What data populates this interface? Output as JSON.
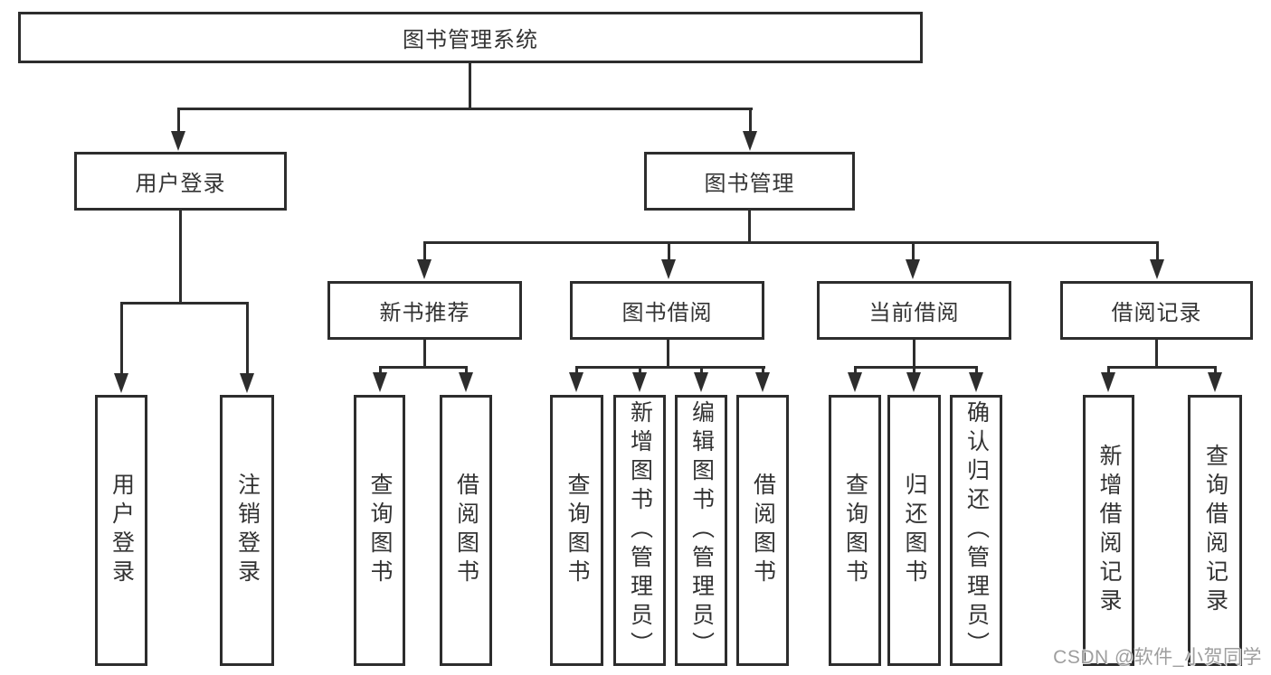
{
  "diagram": {
    "root": {
      "label": "图书管理系统"
    },
    "branches": [
      {
        "label": "用户登录",
        "children": [
          {
            "label": "用户登录"
          },
          {
            "label": "注销登录"
          }
        ]
      },
      {
        "label": "图书管理",
        "children": [
          {
            "label": "新书推荐",
            "children": [
              {
                "label": "查询图书"
              },
              {
                "label": "借阅图书"
              }
            ]
          },
          {
            "label": "图书借阅",
            "children": [
              {
                "label": "查询图书"
              },
              {
                "label": "新增图书（管理员）"
              },
              {
                "label": "编辑图书（管理员）"
              },
              {
                "label": "借阅图书"
              }
            ]
          },
          {
            "label": "当前借阅",
            "children": [
              {
                "label": "查询图书"
              },
              {
                "label": "归还图书"
              },
              {
                "label": "确认归还（管理员）"
              }
            ]
          },
          {
            "label": "借阅记录",
            "children": [
              {
                "label": "新增借阅记录"
              },
              {
                "label": "查询借阅记录"
              }
            ]
          }
        ]
      }
    ]
  },
  "watermark": {
    "text": "CSDN @软件_小贺同学"
  },
  "colors": {
    "line": "#2d2d2d",
    "text": "#333333",
    "background": "#ffffff",
    "watermark": "#9e9e9e"
  }
}
